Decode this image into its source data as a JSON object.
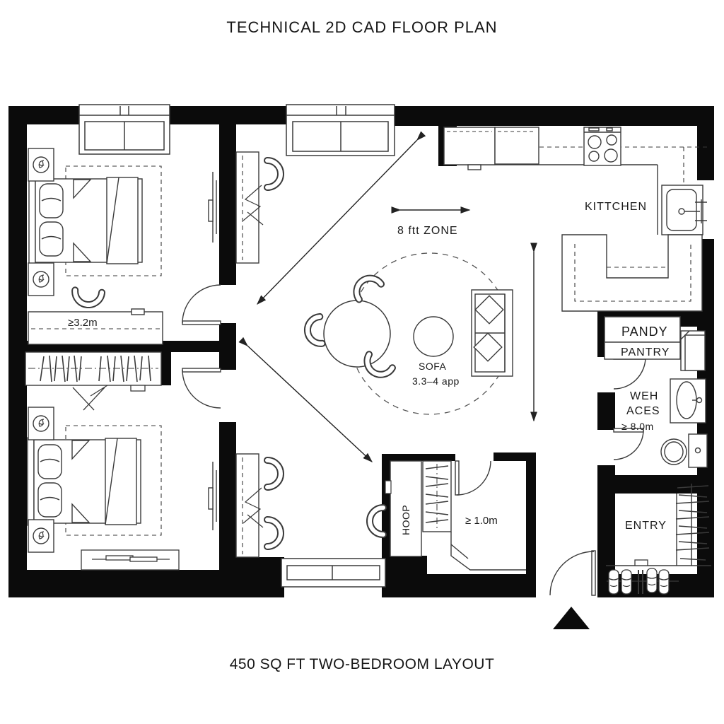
{
  "header": {
    "title": "TECHNICAL 2D CAD FLOOR PLAN"
  },
  "footer": {
    "caption": "450 SQ FT TWO-BEDROOM LAYOUT"
  },
  "colors": {
    "wall": "#0b0b0b",
    "line": "#3a3a3a",
    "background": "#ffffff",
    "text": "#1a1a1a"
  },
  "rooms": {
    "kitchen_label": "KITTCHEN",
    "entry_label": "ENTRY",
    "pantry_box_label": "PANDY",
    "pantry_label": "PANTRY",
    "wet_access_line1": "WEH",
    "wet_access_line2": "ACES",
    "hall_desk_label": "HOOP"
  },
  "annotations": {
    "zone_label": "8 ftt ZONE",
    "sofa_label": "SOFA",
    "sofa_sublabel": "3.3–4 app",
    "bedroom1_dim": "≥3.2m",
    "hall_dim": "≥ 1.0m",
    "wet_access_dim": "≥ 8.0m"
  }
}
